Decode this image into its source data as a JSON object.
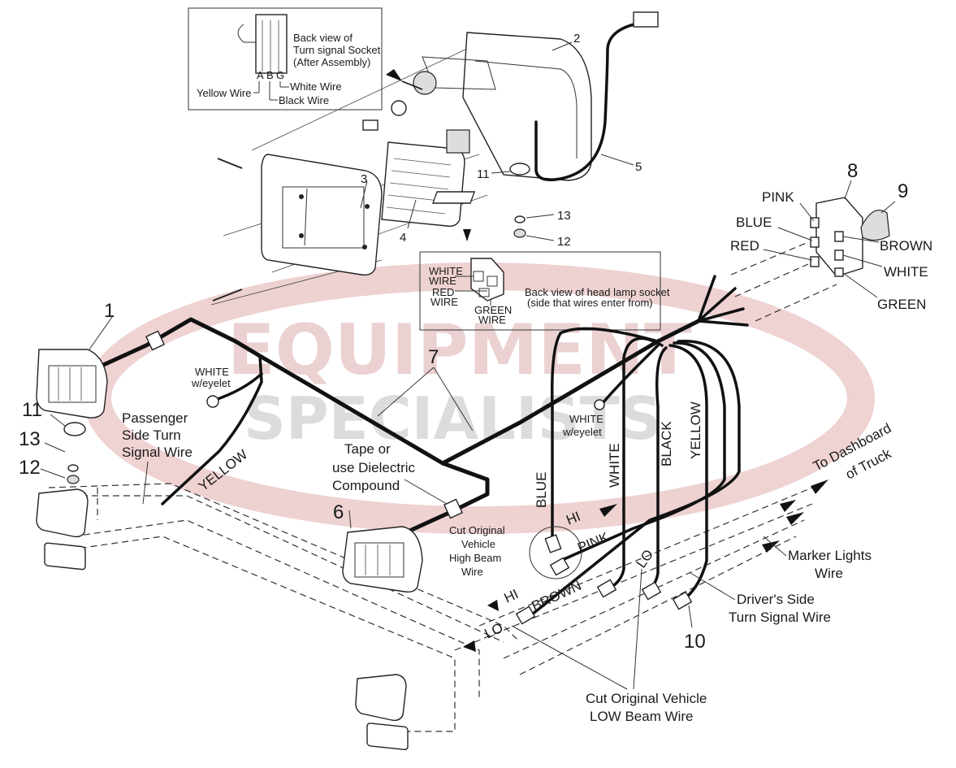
{
  "watermark": {
    "line1": "EQUIPMENT",
    "line2": "SPECIALISTS"
  },
  "callouts": {
    "n1": "1",
    "n2": "2",
    "n3": "3",
    "n4": "4",
    "n5": "5",
    "n6": "6",
    "n7": "7",
    "n8": "8",
    "n9": "9",
    "n10": "10",
    "n11_top": "11",
    "n12_top": "12",
    "n13_top": "13",
    "n11_left": "11",
    "n12_left": "12",
    "n13_left": "13"
  },
  "turn_socket_inset": {
    "title_l1": "Back view of",
    "title_l2": "Turn signal Socket",
    "title_l3": "(After Assembly)",
    "pin_a": "A",
    "pin_b": "B",
    "pin_g": "G",
    "yellow_wire": "Yellow Wire",
    "white_wire": "White Wire",
    "black_wire": "Black Wire"
  },
  "head_socket_inset": {
    "white_l1": "WHITE",
    "white_l2": "WIRE",
    "red_l1": "RED",
    "red_l2": "WIRE",
    "green_l1": "GREEN",
    "green_l2": "WIRE",
    "caption_l1": "Back view of head lamp socket",
    "caption_l2": "(side that wires enter from)"
  },
  "connector_labels": {
    "pink": "PINK",
    "blue": "BLUE",
    "red": "RED",
    "brown": "BROWN",
    "white": "WHITE",
    "green": "GREEN"
  },
  "wire_labels": {
    "white_eyelet_left_l1": "WHITE",
    "white_eyelet_left_l2": "w/eyelet",
    "white_eyelet_right_l1": "WHITE",
    "white_eyelet_right_l2": "w/eyelet",
    "passenger_l1": "Passenger",
    "passenger_l2": "Side Turn",
    "passenger_l3": "Signal Wire",
    "yellow_left": "YELLOW",
    "tape_l1": "Tape or",
    "tape_l2": "use Dielectric",
    "tape_l3": "Compound",
    "blue": "BLUE",
    "white": "WHITE",
    "black": "BLACK",
    "yellow": "YELLOW",
    "hi_top": "HI",
    "pink": "PINK",
    "lo_top": "LO",
    "brown": "BROWN",
    "hi_bottom": "HI",
    "lo_bottom": "LO",
    "cut_high_l1": "Cut Original",
    "cut_high_l2": "Vehicle",
    "cut_high_l3": "High Beam",
    "cut_high_l4": "Wire",
    "to_dash_l1": "To Dashboard",
    "to_dash_l2": "of Truck",
    "marker_l1": "Marker Lights",
    "marker_l2": "Wire",
    "driver_l1": "Driver's Side",
    "driver_l2": "Turn Signal Wire",
    "cut_low_l1": "Cut Original Vehicle",
    "cut_low_l2": "LOW Beam Wire"
  }
}
